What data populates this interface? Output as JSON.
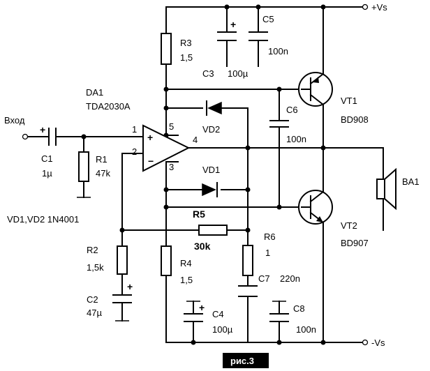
{
  "supply": {
    "positive": "+Vs",
    "negative": "-Vs"
  },
  "input": {
    "label": "Вход"
  },
  "ic": {
    "ref": "DA1",
    "type": "TDA2030A",
    "plus_sign": "+",
    "minus_sign": "−",
    "pins": {
      "p1": "1",
      "p2": "2",
      "p3": "3",
      "p4": "4",
      "p5": "5"
    }
  },
  "note": "VD1,VD2 1N4001",
  "figure_label": "рис.3",
  "components": {
    "C1": {
      "ref": "C1",
      "value": "1µ"
    },
    "R1": {
      "ref": "R1",
      "value": "47k"
    },
    "R2": {
      "ref": "R2",
      "value": "1,5k"
    },
    "C2": {
      "ref": "C2",
      "value": "47µ"
    },
    "R3": {
      "ref": "R3",
      "value": "1,5"
    },
    "C3": {
      "ref": "C3",
      "value": "100µ"
    },
    "C5": {
      "ref": "C5",
      "value": "100n"
    },
    "C6": {
      "ref": "C6",
      "value": "100n"
    },
    "R4": {
      "ref": "R4",
      "value": "1,5"
    },
    "R5": {
      "ref": "R5",
      "value": "30k"
    },
    "R6": {
      "ref": "R6",
      "value": "1"
    },
    "C7": {
      "ref": "C7",
      "value": "220n"
    },
    "C4": {
      "ref": "C4",
      "value": "100µ"
    },
    "C8": {
      "ref": "C8",
      "value": "100n"
    },
    "VD1": {
      "ref": "VD1"
    },
    "VD2": {
      "ref": "VD2"
    },
    "VT1": {
      "ref": "VT1",
      "type": "BD908"
    },
    "VT2": {
      "ref": "VT2",
      "type": "BD907"
    },
    "BA1": {
      "ref": "BA1"
    }
  },
  "polarity_mark": "+"
}
